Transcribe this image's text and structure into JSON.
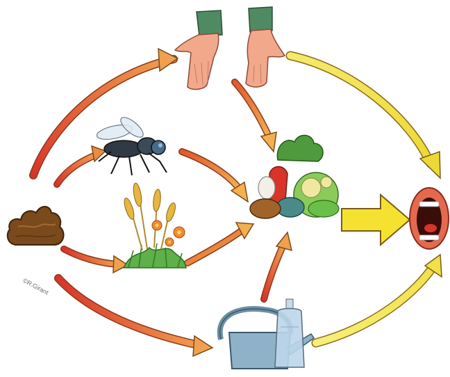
{
  "diagram": {
    "nodes": [
      {
        "id": "hands",
        "icon": "hands-icon"
      },
      {
        "id": "feces",
        "icon": "feces-icon"
      },
      {
        "id": "fly",
        "icon": "fly-icon"
      },
      {
        "id": "crops",
        "icon": "crops-icon"
      },
      {
        "id": "food",
        "icon": "food-vegetables-icon"
      },
      {
        "id": "water",
        "icon": "water-container-icon"
      },
      {
        "id": "mouth",
        "icon": "mouth-icon"
      }
    ],
    "edges": [
      {
        "from": "feces",
        "to": "hands"
      },
      {
        "from": "feces",
        "to": "fly"
      },
      {
        "from": "feces",
        "to": "crops"
      },
      {
        "from": "feces",
        "to": "water"
      },
      {
        "from": "hands",
        "to": "food"
      },
      {
        "from": "hands",
        "to": "mouth"
      },
      {
        "from": "fly",
        "to": "food"
      },
      {
        "from": "crops",
        "to": "food"
      },
      {
        "from": "water",
        "to": "food"
      },
      {
        "from": "water",
        "to": "mouth"
      },
      {
        "from": "food",
        "to": "mouth"
      }
    ]
  },
  "copyright": "©R.Girant",
  "colors": {
    "arrow_red": "#d8342a",
    "arrow_orange": "#ee8a3a",
    "arrow_yellow": "#f2e64a",
    "arrow_outline": "#7a4a1a"
  }
}
